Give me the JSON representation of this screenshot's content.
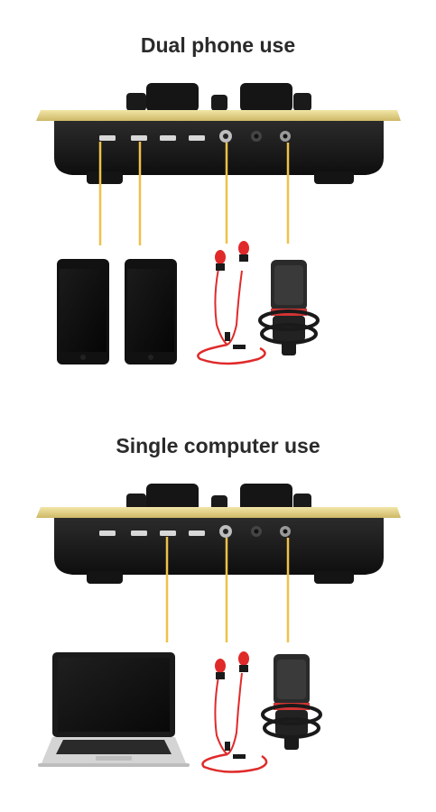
{
  "sections": [
    {
      "title": "Dual phone use",
      "connections": [
        {
          "device": "phone",
          "port": "usb-1"
        },
        {
          "device": "phone",
          "port": "usb-2"
        },
        {
          "device": "earphones",
          "port": "jack-1"
        },
        {
          "device": "microphone",
          "port": "jack-3"
        }
      ]
    },
    {
      "title": "Single computer use",
      "connections": [
        {
          "device": "laptop",
          "port": "usb-3"
        },
        {
          "device": "earphones",
          "port": "jack-1"
        },
        {
          "device": "microphone",
          "port": "jack-3"
        }
      ]
    }
  ],
  "colors": {
    "gold_plate": "#e2d28b",
    "cable": "#f0c04a",
    "device_body": "#1a1a1a",
    "earphone_red": "#e02a2a"
  }
}
